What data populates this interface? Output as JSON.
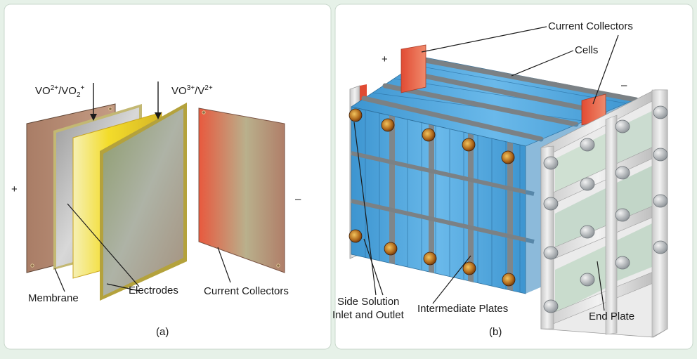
{
  "colors": {
    "background": "#e6f1e8",
    "panel": "#ffffff",
    "collector": "#d9694d",
    "electrode": "#a67e68",
    "membrane": "#f3e24a",
    "cell_blue": "#4aa6dc",
    "rod": "#7b8185",
    "frame": "#dcdcdc"
  },
  "panel_a": {
    "electrolyte_left": "VO2+/VO2+",
    "electrolyte_right": "VO3+/V2+",
    "plus_sign": "+",
    "minus_sign": "–",
    "membrane_label": "Membrane",
    "electrodes_label": "Electrodes",
    "collectors_label": "Current Collectors",
    "caption": "(a)"
  },
  "panel_b": {
    "collectors_label": "Current Collectors",
    "cells_label": "Cells",
    "plus_sign": "+",
    "minus_sign": "–",
    "inlet_line1": "Side Solution",
    "inlet_line2": "Inlet and Outlet",
    "intermediate_label": "Intermediate Plates",
    "end_plate_label": "End Plate",
    "caption": "(b)"
  }
}
